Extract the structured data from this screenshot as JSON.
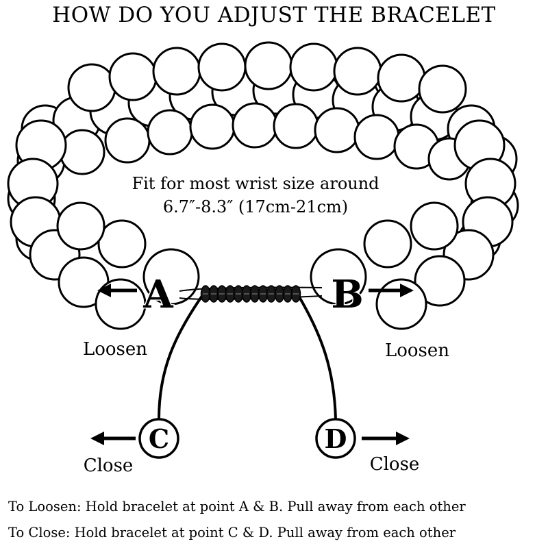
{
  "title": "HOW DO YOU ADJUST THE BRACELET",
  "fit_text": {
    "line1": "Fit for most wrist size around",
    "line2": "6.7″-8.3″ (17cm-21cm)"
  },
  "points": {
    "a": "A",
    "b": "B",
    "c": "C",
    "d": "D"
  },
  "labels": {
    "loosen_left": "Loosen",
    "loosen_right": "Loosen",
    "close_left": "Close",
    "close_right": "Close"
  },
  "instructions": {
    "loosen": "To Loosen: Hold bracelet at point A & B. Pull away from each other",
    "close": "To Close: Hold bracelet at point C & D. Pull away from each other"
  }
}
